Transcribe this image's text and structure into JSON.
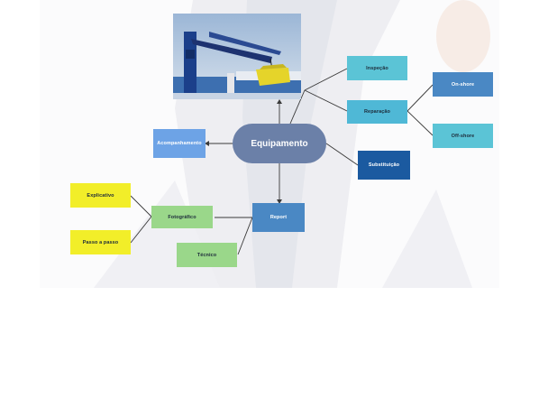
{
  "colors": {
    "background": "#fbfbfc",
    "page": "#ffffff",
    "center_fill": "#6b80a8",
    "cyan": "#5bc4d6",
    "medium_blue": "#4a88c4",
    "dark_blue": "#1b5aa0",
    "light_blue": "#6da3e6",
    "green": "#9ad78a",
    "yellow": "#f2ee29",
    "line": "#3a3a3a",
    "watermark": "#ececf0"
  },
  "mindmap": {
    "center": "Equipamento",
    "photo_icon": "crane-photo",
    "nodes": {
      "inspecao": "Inspeção",
      "reparacao": "Reparação",
      "on_shore": "On-shore",
      "off_shore": "Off-shore",
      "substituicao": "Substituição",
      "acompanhamento": "Acompanhamento",
      "report": "Report",
      "fotografico": "Fotográfico",
      "explicativo": "Explicativo",
      "passo_a_passo": "Passo a passo",
      "tecnico": "Técnico"
    }
  }
}
